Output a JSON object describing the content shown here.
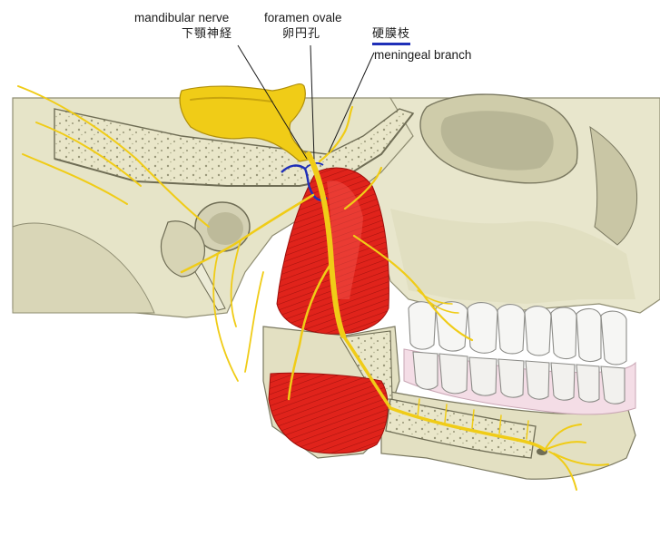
{
  "labels": {
    "mandibular_nerve_en": "mandibular nerve",
    "mandibular_nerve_ja": "下顎神経",
    "foramen_ovale_en": "foramen ovale",
    "foramen_ovale_ja": "卵円孔",
    "meningeal_branch_ja": "硬膜枝",
    "meningeal_branch_en": "meningeal branch"
  },
  "colors": {
    "bone": "#e6e4c8",
    "bone_shadow": "#bdbb9a",
    "nerve": "#f0cc17",
    "muscle": "#e0231b",
    "gingiva": "#f4dde6",
    "tooth": "#f6f6f4",
    "artery": "#1f2fb8",
    "highlight": "#1f2fb8"
  }
}
